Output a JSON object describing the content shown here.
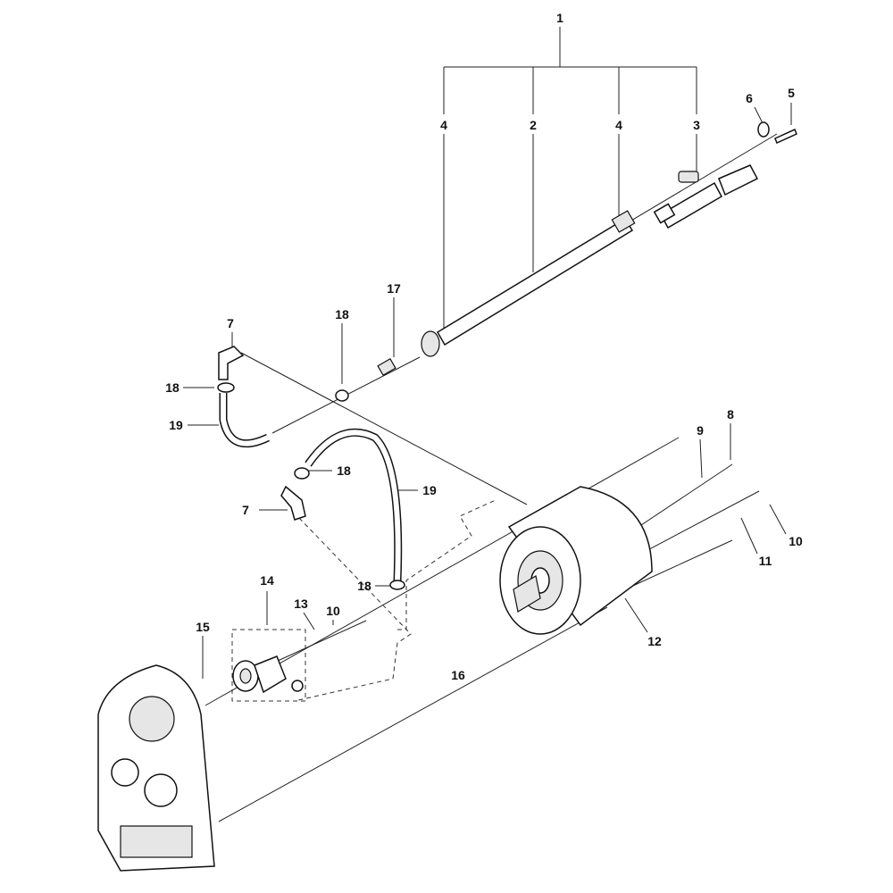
{
  "diagram": {
    "type": "exploded-parts-diagram",
    "labels": [
      "1",
      "4",
      "2",
      "4",
      "3",
      "6",
      "5",
      "7",
      "18",
      "17",
      "18",
      "19",
      "8",
      "9",
      "18",
      "19",
      "7",
      "10",
      "11",
      "18",
      "14",
      "13",
      "10",
      "15",
      "12",
      "16"
    ]
  }
}
